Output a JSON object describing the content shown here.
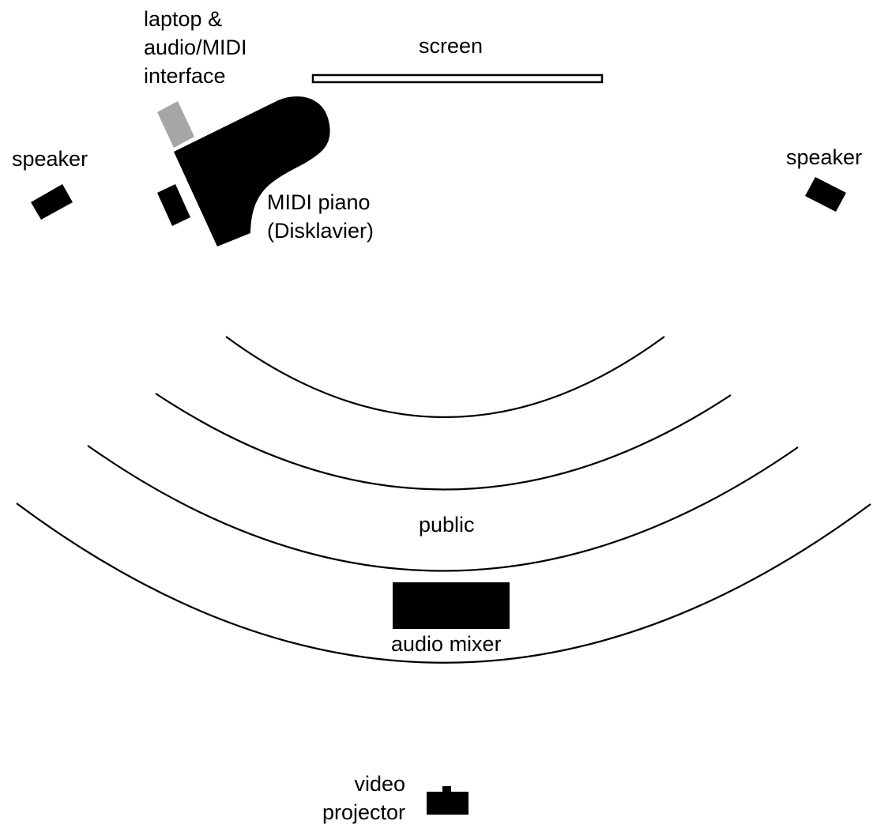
{
  "labels": {
    "laptop": [
      "laptop &",
      "audio/MIDI",
      "interface"
    ],
    "screen": "screen",
    "speaker_left": "speaker",
    "speaker_right": "speaker",
    "piano": [
      "MIDI piano",
      "(Disklavier)"
    ],
    "public": "public",
    "audio_mixer": "audio mixer",
    "video_projector": [
      "video",
      "projector"
    ]
  },
  "audience_rows": 4,
  "colors": {
    "ink": "#000000",
    "laptop_fill": "#a6a6a6",
    "background": "#ffffff"
  }
}
